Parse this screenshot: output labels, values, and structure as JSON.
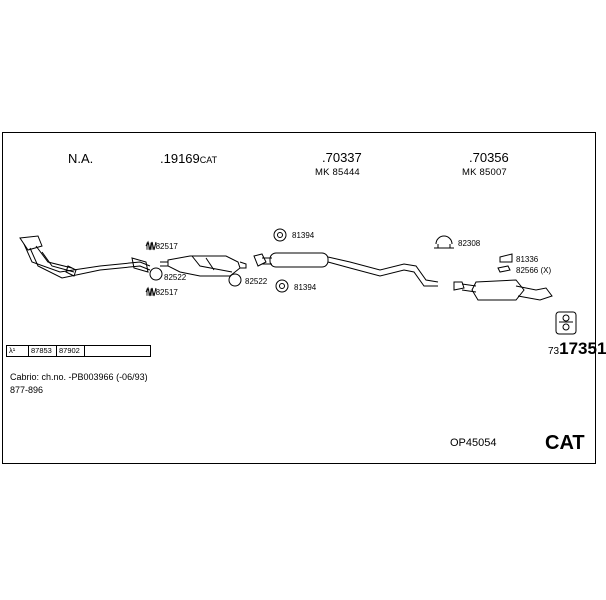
{
  "header": {
    "col1": {
      "label": "N.A."
    },
    "col2": {
      "label": ".19169",
      "suffix": "CAT"
    },
    "col3": {
      "label": ".70337",
      "sub": "MK 85444"
    },
    "col4": {
      "label": ".70356",
      "sub": "MK 85007"
    }
  },
  "parts": {
    "p82517_top": "82517",
    "p82522_left": "82522",
    "p82517_bottom": "82517",
    "p82522_mid": "82522",
    "p81394_top": "81394",
    "p81394_bottom": "81394",
    "p82308": "82308",
    "p81336": "81336",
    "p82566": "82566 (X)"
  },
  "table": {
    "cells": [
      "λ¹",
      "87853",
      "87902",
      ""
    ]
  },
  "diagram_number": {
    "prefix": "73",
    "bold": "17351"
  },
  "notes": {
    "line1": "Cabrio: ch.no. -PB003966 (-06/93)",
    "line2": "877-896"
  },
  "footer": {
    "code": "OP45054",
    "type": "CAT"
  }
}
